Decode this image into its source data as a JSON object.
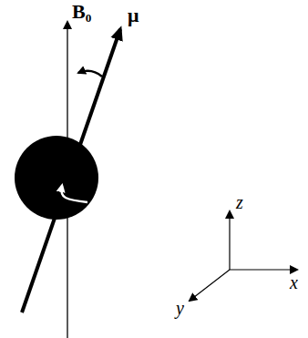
{
  "diagram": {
    "labels": [
      "B₀",
      "μ",
      "z",
      "x",
      "y"
    ]
  }
}
